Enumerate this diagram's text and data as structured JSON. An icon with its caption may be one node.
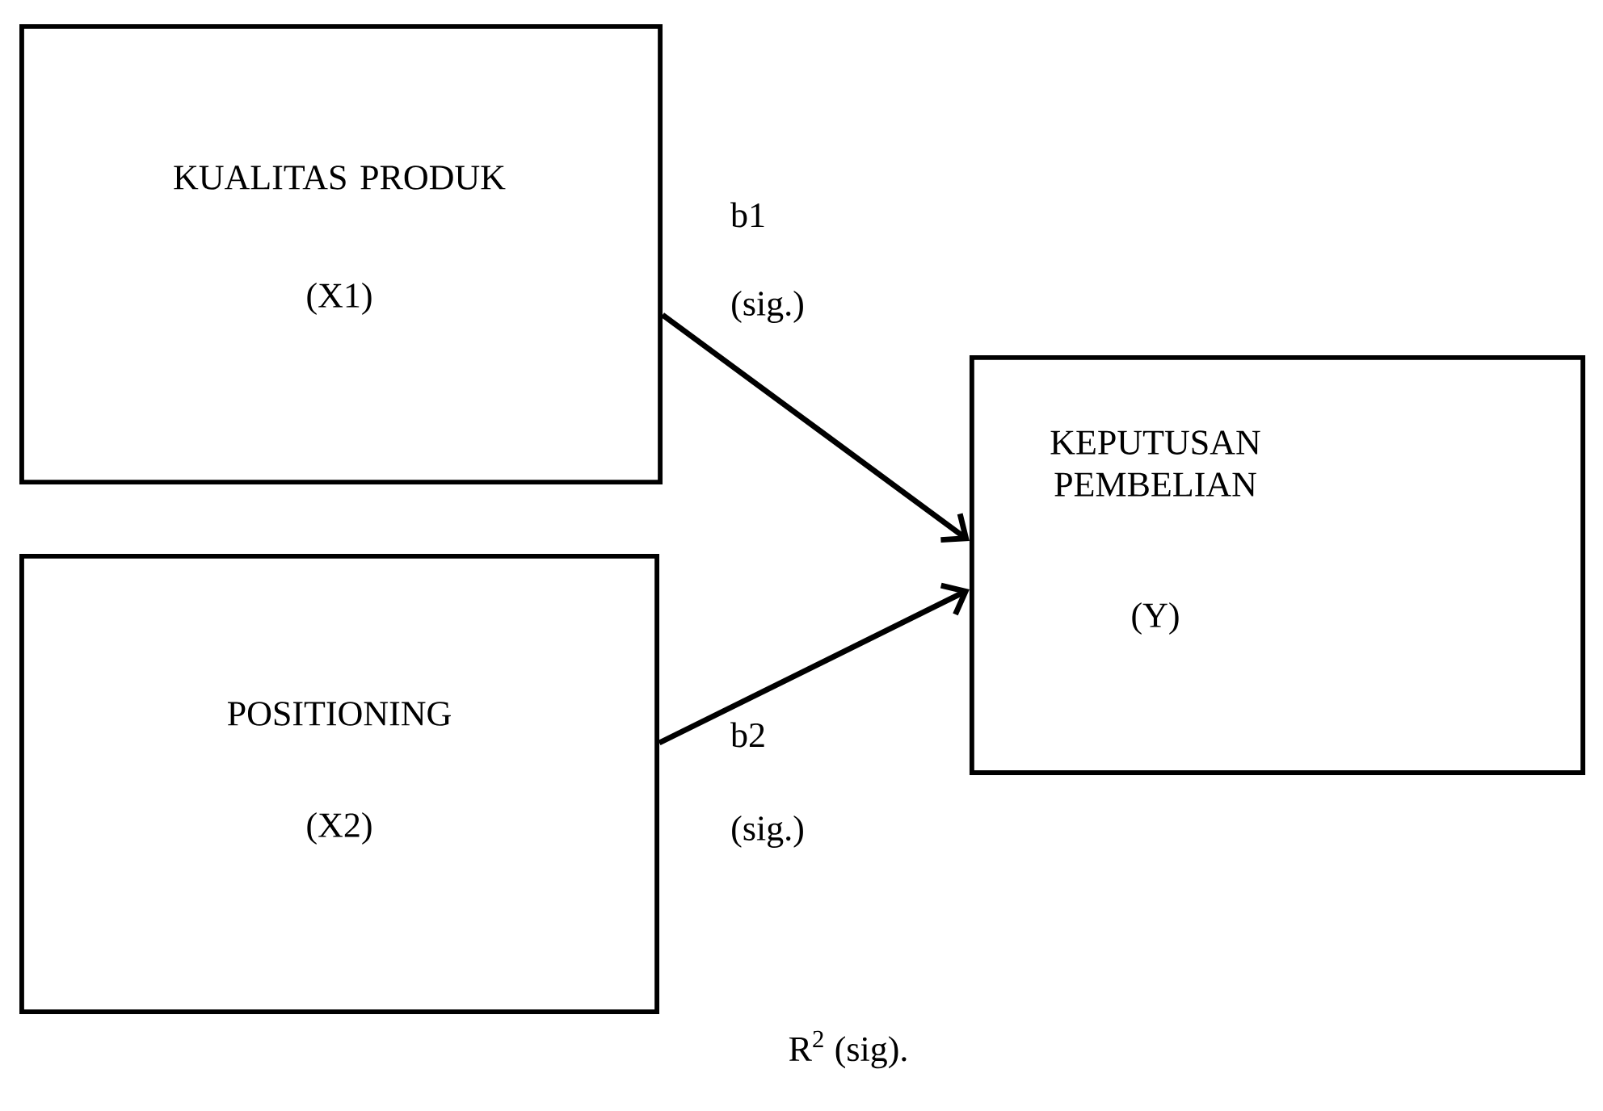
{
  "diagram": {
    "nodes": [
      {
        "text": [
          "KUALITAS PRODUK",
          "(X1)"
        ]
      },
      {
        "text": [
          "POSITIONING",
          "(X2)"
        ]
      },
      {
        "text": [
          "KEPUTUSAN PEMBELIAN",
          "(Y)"
        ]
      }
    ],
    "edges": [
      {
        "from": 0,
        "to": 2,
        "arrow": "to"
      },
      {
        "from": 1,
        "to": 2,
        "arrow": "to"
      }
    ],
    "labels": [
      "b1",
      "(sig.)",
      "b2",
      "(sig.)",
      "R$^{2}$ (sig)."
    ]
  }
}
